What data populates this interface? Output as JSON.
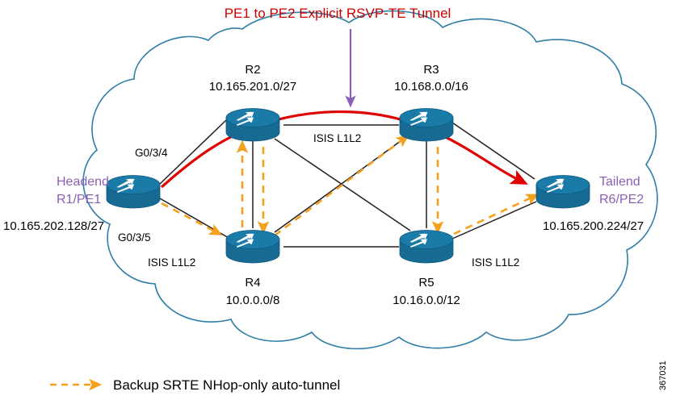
{
  "title": {
    "text": "PE1 to PE2 Explicit RSVP-TE Tunnel",
    "color": "#cc0000"
  },
  "figure_id": "367031",
  "colors": {
    "router_body": "#1a6e96",
    "router_top": "#1e7ca8",
    "cloud_outline": "#2e7ea8",
    "tunnel_red": "#e00000",
    "backup_orange": "#f5a11e",
    "pointer_purple": "#8a5fb8",
    "link_black": "#231f20",
    "role_purple": "#8a5fb8"
  },
  "nodes": [
    {
      "id": "r1",
      "name": "R1",
      "role_label": "Headend\nR1/PE1",
      "role_line1": "Headend",
      "role_line2": "R1/PE1",
      "address": "10.165.202.128/27",
      "icon": "router-icon"
    },
    {
      "id": "r2",
      "name": "R2",
      "address": "10.165.201.0/27",
      "icon": "router-icon"
    },
    {
      "id": "r3",
      "name": "R3",
      "address": "10.168.0.0/16",
      "icon": "router-icon"
    },
    {
      "id": "r4",
      "name": "R4",
      "address": "10.0.0.0/8",
      "icon": "router-icon"
    },
    {
      "id": "r5",
      "name": "R5",
      "address": "10.16.0.0/12",
      "icon": "router-icon"
    },
    {
      "id": "r6",
      "name": "R6",
      "role_line1": "Tailend",
      "role_line2": "R6/PE2",
      "address": "10.165.200.224/27",
      "icon": "router-icon"
    }
  ],
  "interface_labels": [
    {
      "id": "if-g0-3-4",
      "text": "G0/3/4"
    },
    {
      "id": "if-g0-3-5",
      "text": "G0/3/5"
    }
  ],
  "protocol_labels": [
    {
      "id": "isis-r2-r3",
      "text": "ISIS L1L2"
    },
    {
      "id": "isis-r1-r4",
      "text": "ISIS L1L2"
    },
    {
      "id": "isis-r5-r6",
      "text": "ISIS L1L2"
    }
  ],
  "legend": {
    "label": "Backup SRTE NHop-only auto-tunnel",
    "swatch": "backup-tunnel-arrow"
  }
}
